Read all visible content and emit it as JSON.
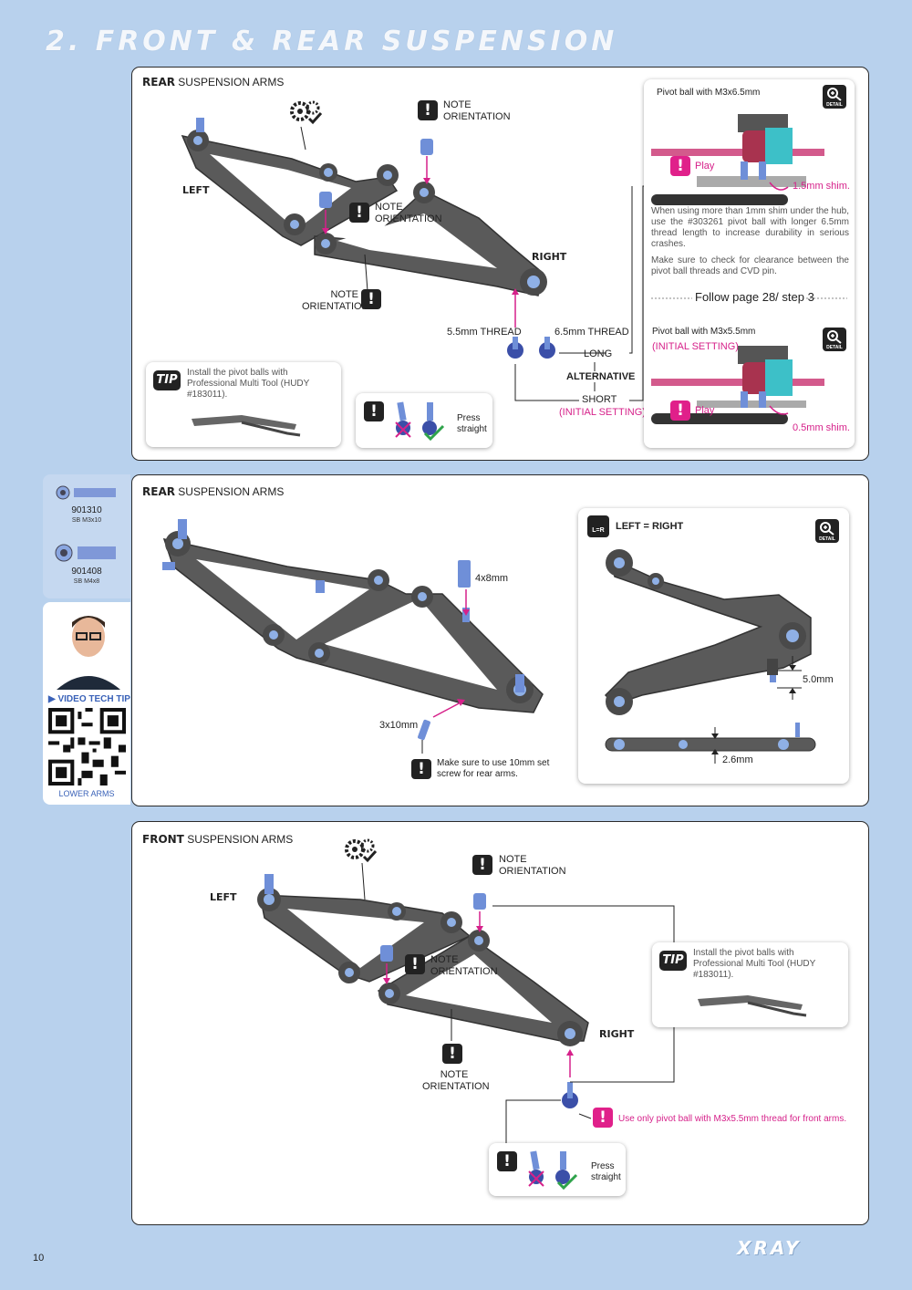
{
  "page": {
    "title": "2. FRONT & REAR SUSPENSION",
    "page_number": "10",
    "brand": "XRAY"
  },
  "section1": {
    "title_bold": "REAR",
    "title_rest": " SUSPENSION ARMS",
    "label_left": "LEFT",
    "label_right": "RIGHT",
    "note1": "NOTE ORIENTATION",
    "note2": "NOTE ORIENTATION",
    "note3": "NOTE ORIENTATION",
    "thread_55": "5.5mm THREAD",
    "thread_65": "6.5mm THREAD",
    "long": "LONG",
    "alternative": "ALTERNATIVE",
    "short": "SHORT",
    "initial_setting": "(INITIAL SETTING)",
    "tip_label": "TIP",
    "tip_text": "Install the pivot balls with Professional Multi Tool (HUDY #183011).",
    "press_straight": "Press straight",
    "detail1_title": "Pivot ball with M3x6.5mm",
    "detail1_play": "Play",
    "detail1_shim": "1.5mm shim.",
    "detail1_text1": "When using more than 1mm shim under the hub, use the #303261 pivot ball with longer 6.5mm thread length to increase durability in serious crashes.",
    "detail1_text2": "Make sure to check for clearance between the pivot ball threads and CVD pin.",
    "follow": "Follow page 28/ step 3",
    "detail2_title": "Pivot ball with M3x5.5mm",
    "detail2_sub": "(INITIAL SETTING)",
    "detail2_play": "Play",
    "detail2_shim": "0.5mm shim.",
    "detail_badge": "DETAIL"
  },
  "sidebar": {
    "parts": [
      {
        "code": "901310",
        "desc": "SB M3x10"
      },
      {
        "code": "901408",
        "desc": "SB M4x8"
      }
    ],
    "video_tip": "VIDEO TECH TIP",
    "video_caption": "LOWER ARMS"
  },
  "section2": {
    "title_bold": "REAR",
    "title_rest": " SUSPENSION ARMS",
    "spacer": "4x8mm",
    "screw": "3x10mm",
    "warning": "Make sure to use 10mm set screw for rear arms.",
    "lr_title": "LEFT = RIGHT",
    "lr_icon": "L=R",
    "dim1": "5.0mm",
    "dim2": "2.6mm",
    "detail_badge": "DETAIL"
  },
  "section3": {
    "title_bold": "FRONT",
    "title_rest": " SUSPENSION ARMS",
    "label_left": "LEFT",
    "label_right": "RIGHT",
    "note1": "NOTE ORIENTATION",
    "note2": "NOTE ORIENTATION",
    "note3": "NOTE ORIENTATION",
    "tip_label": "TIP",
    "tip_text": "Install the pivot balls with Professional Multi Tool (HUDY #183011).",
    "warning": "Use only pivot ball with M3x5.5mm thread for front arms.",
    "press_straight": "Press straight"
  },
  "colors": {
    "accent": "#d6218a",
    "background": "#b8d1ed",
    "arm": "#5a5a5a",
    "part_blue": "#6f8fd8"
  }
}
